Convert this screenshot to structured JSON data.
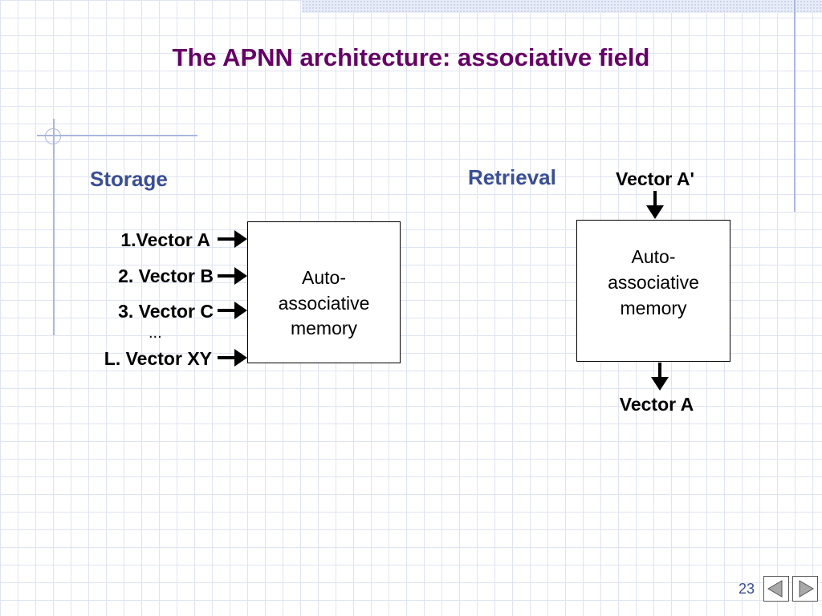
{
  "slide": {
    "title": "The APNN architecture: associative field",
    "page_number": "23"
  },
  "storage": {
    "heading": "Storage",
    "inputs": [
      "1.Vector A",
      "2. Vector B",
      "3. Vector C",
      "L. Vector XY"
    ],
    "ellipsis": "...",
    "memory_box": [
      "Auto-",
      "associative",
      "memory"
    ]
  },
  "retrieval": {
    "heading": "Retrieval",
    "input": "Vector A'",
    "output": "Vector A",
    "memory_box": [
      "Auto-",
      "associative",
      "memory"
    ]
  },
  "nav": {
    "prev_icon": "triangle-left-icon",
    "next_icon": "triangle-right-icon"
  }
}
